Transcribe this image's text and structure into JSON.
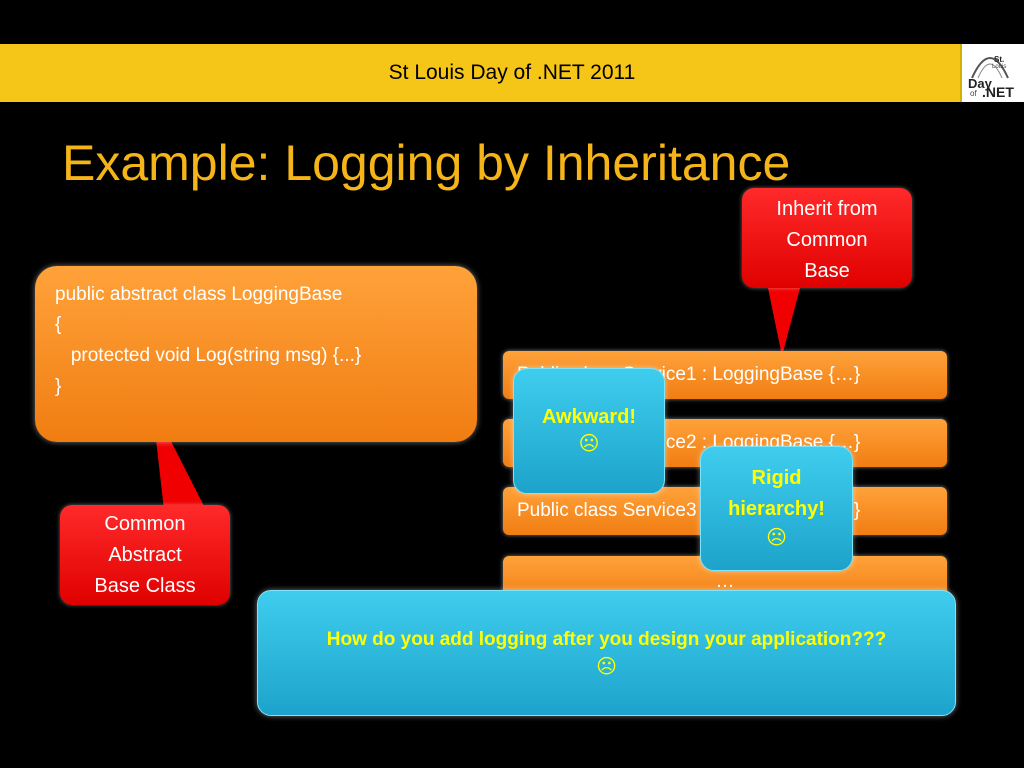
{
  "header": {
    "title": "St Louis Day of .NET 2011",
    "logo": {
      "st": "St.",
      "louis": "Louis",
      "day": "Day",
      "of": "of",
      "net": ".NET"
    }
  },
  "slide": {
    "title": "Example: Logging by Inheritance"
  },
  "code_box": {
    "lines": [
      "public abstract class LoggingBase",
      "{",
      "   protected void Log(string msg) {...}",
      "}"
    ]
  },
  "classes": [
    "Public class Service1 : LoggingBase {…}",
    "Public class Service2 : LoggingBase {…}",
    "Public class Service3 : LoggingBase {…}",
    "…"
  ],
  "callouts": {
    "inherit": [
      "Inherit from",
      "Common",
      "Base"
    ],
    "common_base": [
      "Common",
      "Abstract",
      "Base Class"
    ],
    "awkward": {
      "text": "Awkward!",
      "face": "☹"
    },
    "rigid": {
      "lines": [
        "Rigid",
        "hierarchy!"
      ],
      "face": "☹"
    },
    "question": {
      "text": "How do you add logging after you design your application???",
      "face": "☹"
    }
  },
  "colors": {
    "header": "#f5c518",
    "title": "#f5b417",
    "orange": "#f08a1e",
    "red": "#ff0000",
    "blue": "#29b8df",
    "callout_text": "#ffff00"
  }
}
